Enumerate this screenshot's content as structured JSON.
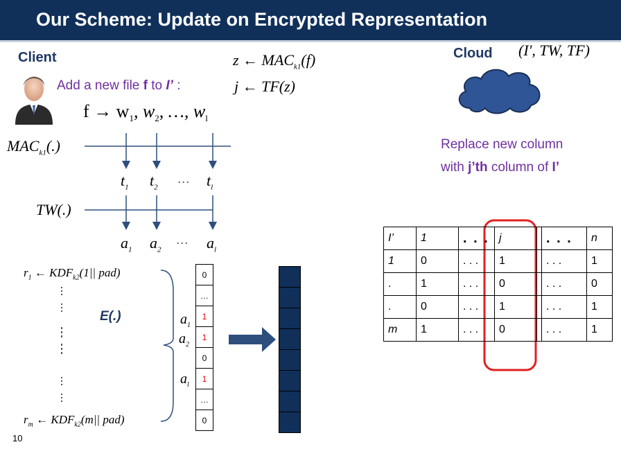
{
  "title": "Our Scheme: Update on Encrypted Representation",
  "client_label": "Client",
  "cloud_label": "Cloud",
  "add_file_text": {
    "prefix": "Add a new file ",
    "file": "f",
    "middle": " to ",
    "index": "I’",
    "suffix": " :"
  },
  "formulas": {
    "z": "z ← MAC",
    "z_sub": "k1",
    "z_arg": "(f)",
    "j": "j ← TF(z)",
    "cloud_tuple": "(I', TW, TF)",
    "f_map": "f → w",
    "f_map_rest": ", w",
    "f_map_tail": ", …, w",
    "mac_fn": "MAC",
    "mac_sub": "k1",
    "mac_arg": "(.)",
    "tw_fn": "TW(.)",
    "r1": "r",
    "r1_body": " ← KDF",
    "r1_arg": "(1|| pad)",
    "rm": "r",
    "rm_body": " ← KDF",
    "rm_arg": "(m|| pad)",
    "kdf_sub": "k2",
    "e_label": "E(.)"
  },
  "tokens": {
    "t": [
      "t",
      "t",
      "t"
    ],
    "t_subs": [
      "1",
      "2",
      "l"
    ],
    "a": [
      "a",
      "a",
      "a"
    ],
    "a_subs": [
      "1",
      "2",
      "l"
    ],
    "ellipsis": "…"
  },
  "replace_text": {
    "line1": "Replace new column",
    "line2_prefix": "with ",
    "line2_bold": "j’th",
    "line2_suffix": " column of ",
    "line2_end": "I’"
  },
  "matrix": {
    "header": [
      "I’",
      "1",
      ". . .",
      "j",
      "",
      ". . .",
      "n"
    ],
    "rows": [
      [
        "1",
        "0",
        ". . .",
        "1",
        "",
        ". . .",
        "1"
      ],
      [
        ".",
        "1",
        ". . .",
        "0",
        "",
        ". . .",
        "0"
      ],
      [
        ".",
        "0",
        ". . .",
        "1",
        "",
        ". . .",
        "1"
      ],
      [
        "m",
        "1",
        ". . .",
        "0",
        "",
        ". . .",
        "1"
      ]
    ]
  },
  "bit_column": [
    "0",
    "…",
    "1",
    "1",
    "0",
    "1",
    "…",
    "0"
  ],
  "bit_labels": {
    "a1": "a",
    "a1_sub": "1",
    "a2": "a",
    "a2_sub": "2",
    "al": "a",
    "al_sub": "l"
  },
  "page_number": "10",
  "colors": {
    "title_bg": "#10305a",
    "purple_text": "#7030a0",
    "arrow_blue": "#2e4e7e",
    "highlight_red": "#e02020",
    "cloud_fill": "#2f5597",
    "bit_red": "#e00000"
  },
  "icons": [
    "user-avatar-icon",
    "cloud-icon"
  ]
}
